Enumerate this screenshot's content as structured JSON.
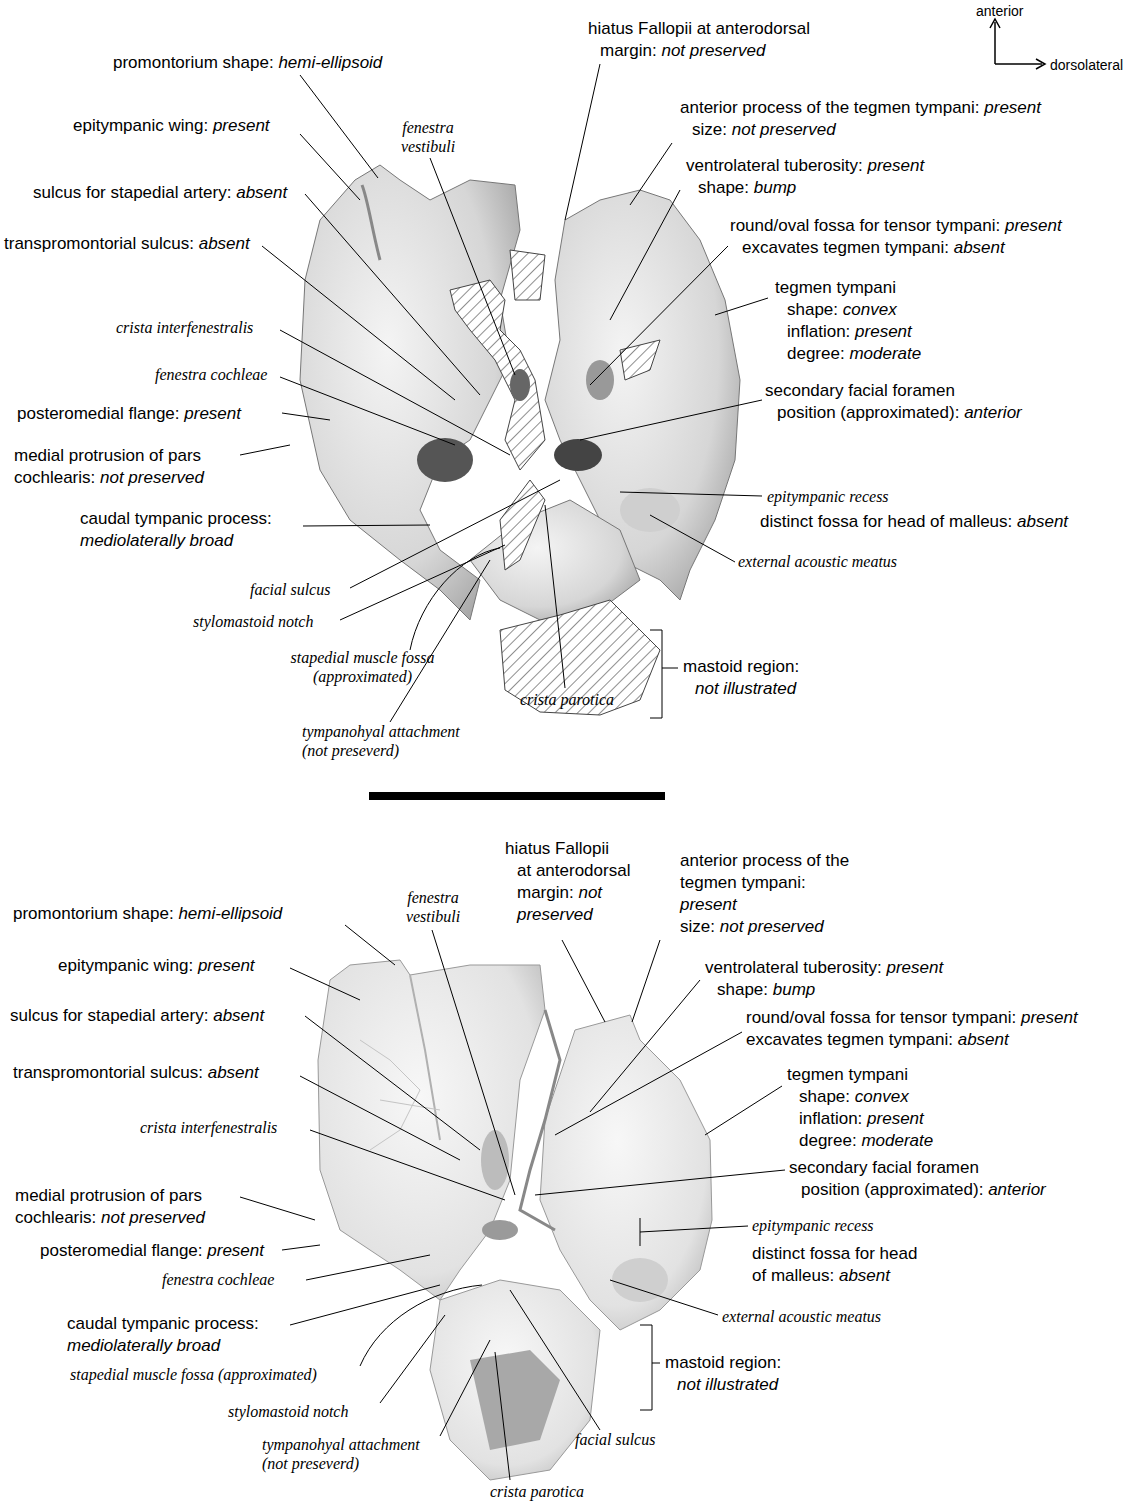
{
  "diagram": {
    "labels": [
      "anterior",
      "dorsolateral",
      "promontorium shape:",
      "hemi-ellipsoid",
      "epitympanic wing:",
      "present",
      "fenestra vestibuli",
      "hiatus Fallopii at anterodorsal",
      "margin:",
      "not preserved",
      "anterior process of the tegmen tympani:",
      "present",
      "size:",
      "not preserved",
      "sulcus for stapedial artery:",
      "absent",
      "ventrolateral tuberosity:",
      "present",
      "shape:",
      "bump",
      "round/oval fossa for tensor tympani:",
      "present",
      "excavates tegmen tympani:",
      "absent",
      "transpromontorial sulcus:",
      "absent",
      "tegmen tympani",
      "shape:",
      "convex",
      "inflation:",
      "present",
      "degree:",
      "moderate",
      "crista interfenestralis",
      "fenestra cochleae",
      "secondary facial foramen",
      "position (approximated):",
      "anterior",
      "posteromedial flange:",
      "present",
      "medial protrusion of pars",
      "cochlearis:",
      "not preserved",
      "epitympanic recess",
      "distinct fossa for head of malleus:",
      "absent",
      "caudal tympanic process:",
      "mediolaterally broad",
      "external acoustic meatus",
      "facial sulcus",
      "stylomastoid notch",
      "stapedial muscle fossa (approximated)",
      "mastoid region:",
      "not illustrated",
      "crista parotica",
      "tympanohyal attachment (not preseverd)",
      "hiatus Fallopii",
      "at anterodorsal",
      "margin:",
      "not preserved",
      "anterior process of the",
      "tegmen tympani:",
      "present",
      "size:",
      "not preserved",
      "promontorium shape:",
      "hemi-ellipsoid",
      "fenestra vestibuli",
      "epitympanic wing:",
      "present",
      "ventrolateral tuberosity:",
      "present",
      "shape:",
      "bump",
      "sulcus for stapedial artery:",
      "absent",
      "round/oval fossa for tensor tympani:",
      "present",
      "excavates tegmen tympani:",
      "absent",
      "transpromontorial sulcus:",
      "absent",
      "tegmen tympani",
      "shape:",
      "convex",
      "inflation:",
      "present",
      "degree:",
      "moderate",
      "crista interfenestralis",
      "secondary facial foramen",
      "position (approximated):",
      "anterior",
      "medial protrusion of pars",
      "cochlearis:",
      "not preserved",
      "epitympanic recess",
      "posteromedial flange:",
      "present",
      "distinct fossa for head",
      "of malleus:",
      "absent",
      "fenestra cochleae",
      "external acoustic meatus",
      "caudal tympanic process:",
      "mediolaterally broad",
      "mastoid region:",
      "not illustrated",
      "stapedial muscle fossa (approximated)",
      "stylomastoid notch",
      "facial sulcus",
      "tympanohyal attachment (not preseverd)",
      "crista parotica"
    ]
  }
}
